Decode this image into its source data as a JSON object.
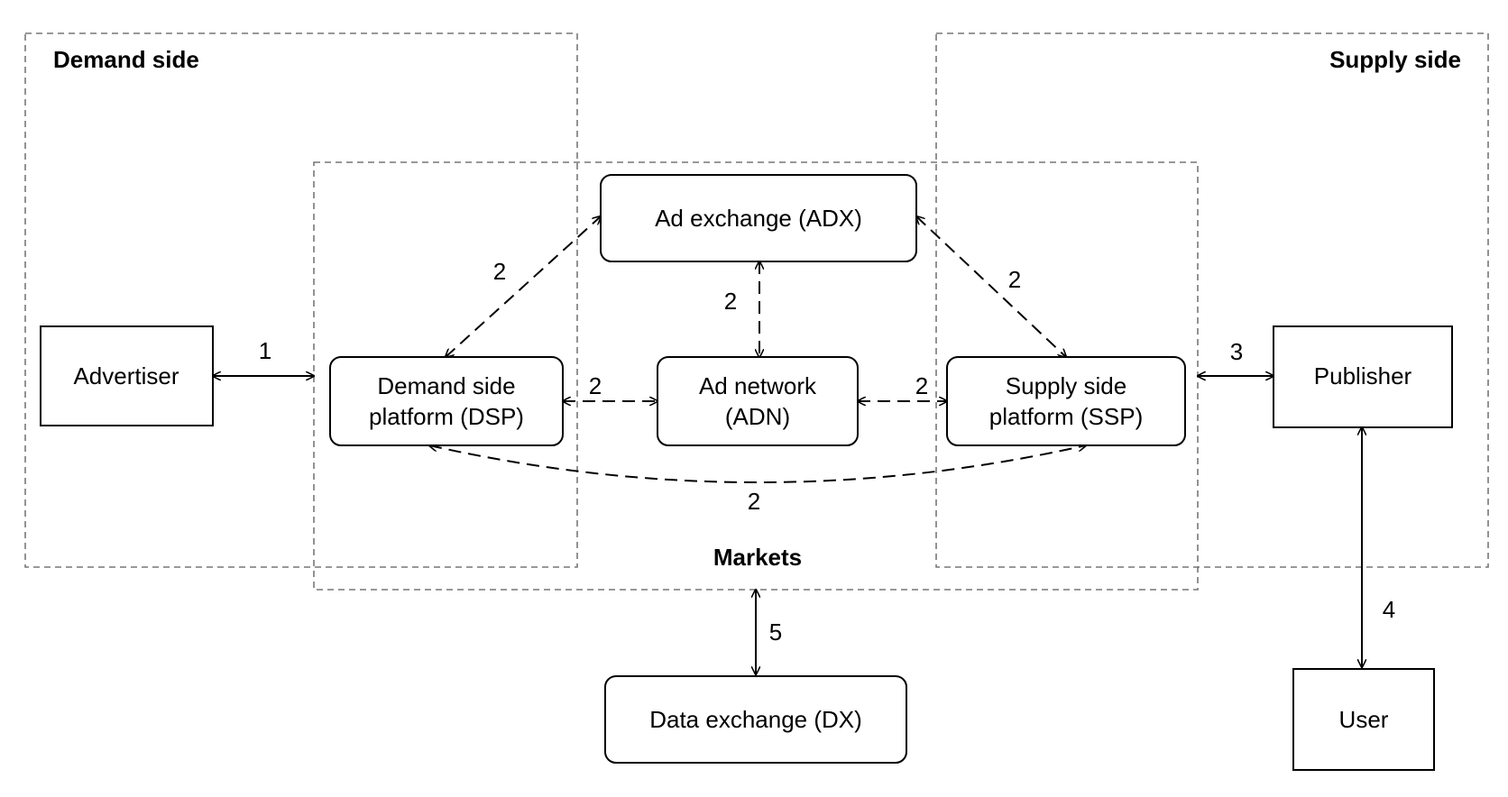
{
  "regions": {
    "demand_side": "Demand side",
    "supply_side": "Supply side",
    "markets": "Markets"
  },
  "nodes": {
    "advertiser": "Advertiser",
    "dsp_line1": "Demand side",
    "dsp_line2": "platform (DSP)",
    "adx": "Ad exchange (ADX)",
    "adn_line1": "Ad network",
    "adn_line2": "(ADN)",
    "ssp_line1": "Supply side",
    "ssp_line2": "platform (SSP)",
    "publisher": "Publisher",
    "user": "User",
    "dx": "Data exchange (DX)"
  },
  "edges": {
    "advertiser_markets": "1",
    "dsp_adx": "2",
    "adx_adn": "2",
    "adx_ssp": "2",
    "dsp_adn": "2",
    "adn_ssp": "2",
    "dsp_ssp": "2",
    "markets_publisher": "3",
    "publisher_user": "4",
    "markets_dx": "5"
  }
}
